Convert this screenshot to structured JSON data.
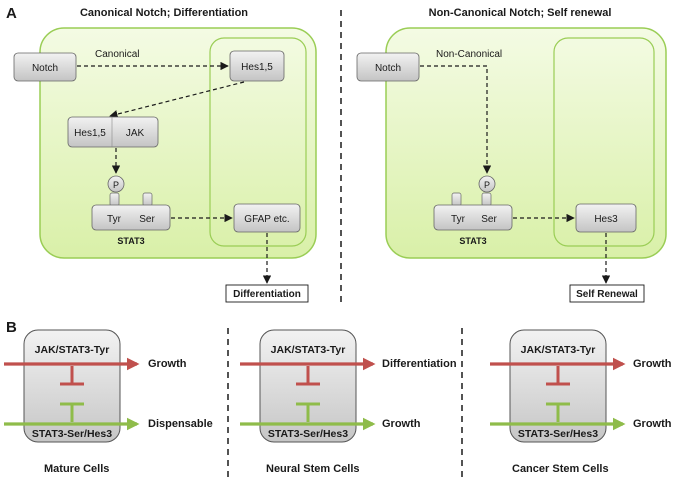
{
  "panel_a": {
    "letter": "A",
    "left_title": "Canonical Notch; Differentiation",
    "right_title": "Non-Canonical Notch; Self renewal",
    "left": {
      "notch": "Notch",
      "canonical_label": "Canonical",
      "hes_nucleus": "Hes1,5",
      "hes_complex": "Hes1,5",
      "jak": "JAK",
      "p": "P",
      "tyr": "Tyr",
      "ser": "Ser",
      "stat3": "STAT3",
      "target": "GFAP etc.",
      "outcome": "Differentiation"
    },
    "right": {
      "notch": "Notch",
      "noncanonical_label": "Non-Canonical",
      "p": "P",
      "tyr": "Tyr",
      "ser": "Ser",
      "stat3": "STAT3",
      "target": "Hes3",
      "outcome": "Self Renewal"
    }
  },
  "panel_b": {
    "letter": "B",
    "cells": [
      {
        "top_label": "JAK/STAT3-Tyr",
        "bottom_label": "STAT3-Ser/Hes3",
        "top_outcome": "Growth",
        "bottom_outcome": "Dispensable",
        "caption": "Mature Cells"
      },
      {
        "top_label": "JAK/STAT3-Tyr",
        "bottom_label": "STAT3-Ser/Hes3",
        "top_outcome": "Differentiation",
        "bottom_outcome": "Growth",
        "caption": "Neural Stem Cells"
      },
      {
        "top_label": "JAK/STAT3-Tyr",
        "bottom_label": "STAT3-Ser/Hes3",
        "top_outcome": "Growth",
        "bottom_outcome": "Growth",
        "caption": "Cancer Stem Cells"
      }
    ]
  },
  "colors": {
    "cell_fill": "#e6f5c4",
    "cell_border": "#9acd55",
    "box_fill": "#d8d8d8",
    "box_border": "#555555",
    "inhibitory_red": "#c0504d",
    "activating_green": "#8fbc4a"
  }
}
